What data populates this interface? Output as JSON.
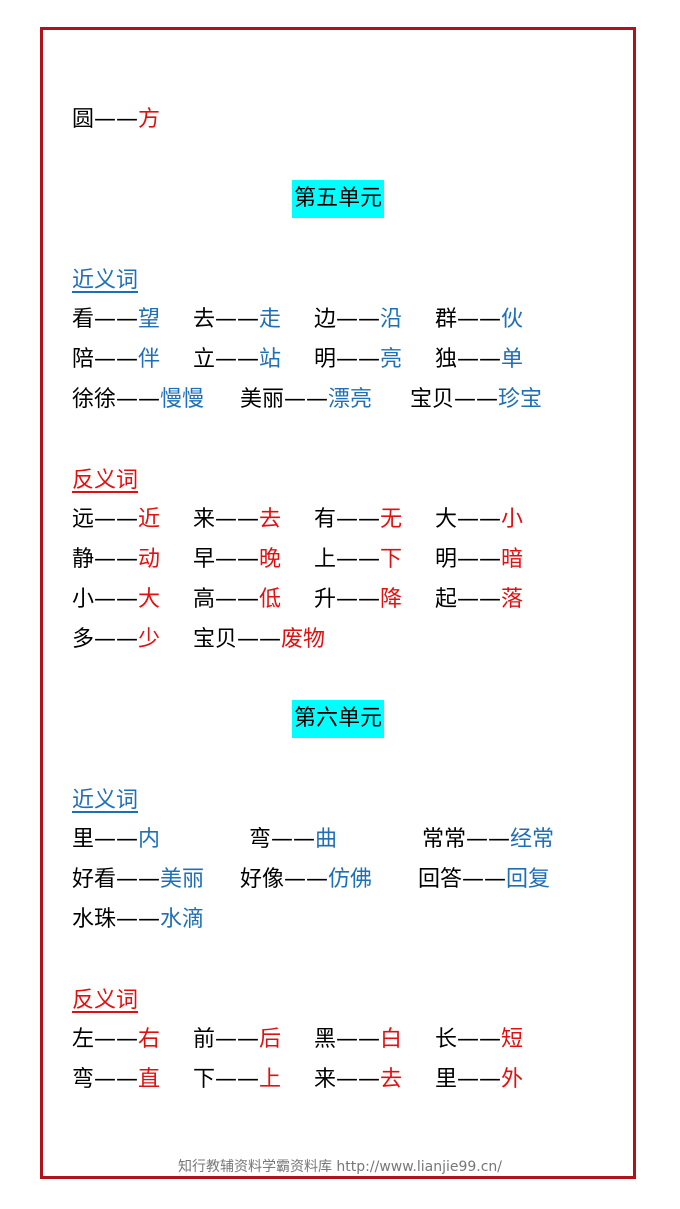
{
  "top_line": {
    "a": "圆",
    "dash": "——",
    "b": "方"
  },
  "unit5": {
    "title": "第五单元",
    "synonyms": {
      "heading": "近义词",
      "rows": [
        [
          {
            "a": "看",
            "b": "望"
          },
          {
            "a": "去",
            "b": "走"
          },
          {
            "a": "边",
            "b": "沿"
          },
          {
            "a": "群",
            "b": "伙"
          }
        ],
        [
          {
            "a": "陪",
            "b": "伴"
          },
          {
            "a": "立",
            "b": "站"
          },
          {
            "a": "明",
            "b": "亮"
          },
          {
            "a": "独",
            "b": "单"
          }
        ],
        [
          {
            "a": "徐徐",
            "b": "慢慢"
          },
          {
            "a": "美丽",
            "b": "漂亮"
          },
          {
            "a": "宝贝",
            "b": "珍宝"
          }
        ]
      ]
    },
    "antonyms": {
      "heading": "反义词",
      "rows": [
        [
          {
            "a": "远",
            "b": "近"
          },
          {
            "a": "来",
            "b": "去"
          },
          {
            "a": "有",
            "b": "无"
          },
          {
            "a": "大",
            "b": "小"
          }
        ],
        [
          {
            "a": "静",
            "b": "动"
          },
          {
            "a": "早",
            "b": "晚"
          },
          {
            "a": "上",
            "b": "下"
          },
          {
            "a": "明",
            "b": "暗"
          }
        ],
        [
          {
            "a": "小",
            "b": "大"
          },
          {
            "a": "高",
            "b": "低"
          },
          {
            "a": "升",
            "b": "降"
          },
          {
            "a": "起",
            "b": "落"
          }
        ],
        [
          {
            "a": "多",
            "b": "少"
          },
          {
            "a": "宝贝",
            "b": "废物"
          }
        ]
      ]
    }
  },
  "unit6": {
    "title": "第六单元",
    "synonyms": {
      "heading": "近义词",
      "rows": [
        [
          {
            "a": "里",
            "b": "内"
          },
          {
            "a": "弯",
            "b": "曲"
          },
          {
            "a": "常常",
            "b": "经常"
          }
        ],
        [
          {
            "a": "好看",
            "b": "美丽"
          },
          {
            "a": "好像",
            "b": "仿佛"
          },
          {
            "a": "回答",
            "b": "回复"
          }
        ],
        [
          {
            "a": "水珠",
            "b": "水滴"
          }
        ]
      ]
    },
    "antonyms": {
      "heading": "反义词",
      "rows": [
        [
          {
            "a": "左",
            "b": "右"
          },
          {
            "a": "前",
            "b": "后"
          },
          {
            "a": "黑",
            "b": "白"
          },
          {
            "a": "长",
            "b": "短"
          }
        ],
        [
          {
            "a": "弯",
            "b": "直"
          },
          {
            "a": "下",
            "b": "上"
          },
          {
            "a": "来",
            "b": "去"
          },
          {
            "a": "里",
            "b": "外"
          }
        ]
      ]
    }
  },
  "dash": "——",
  "colors": {
    "border": "#b0121b",
    "synonym": "#1f6fb7",
    "antonym": "#e01010",
    "unit_highlight": "#00ffff"
  },
  "footer": "知行教辅资料学霸资料库 http://www.lianjie99.cn/"
}
